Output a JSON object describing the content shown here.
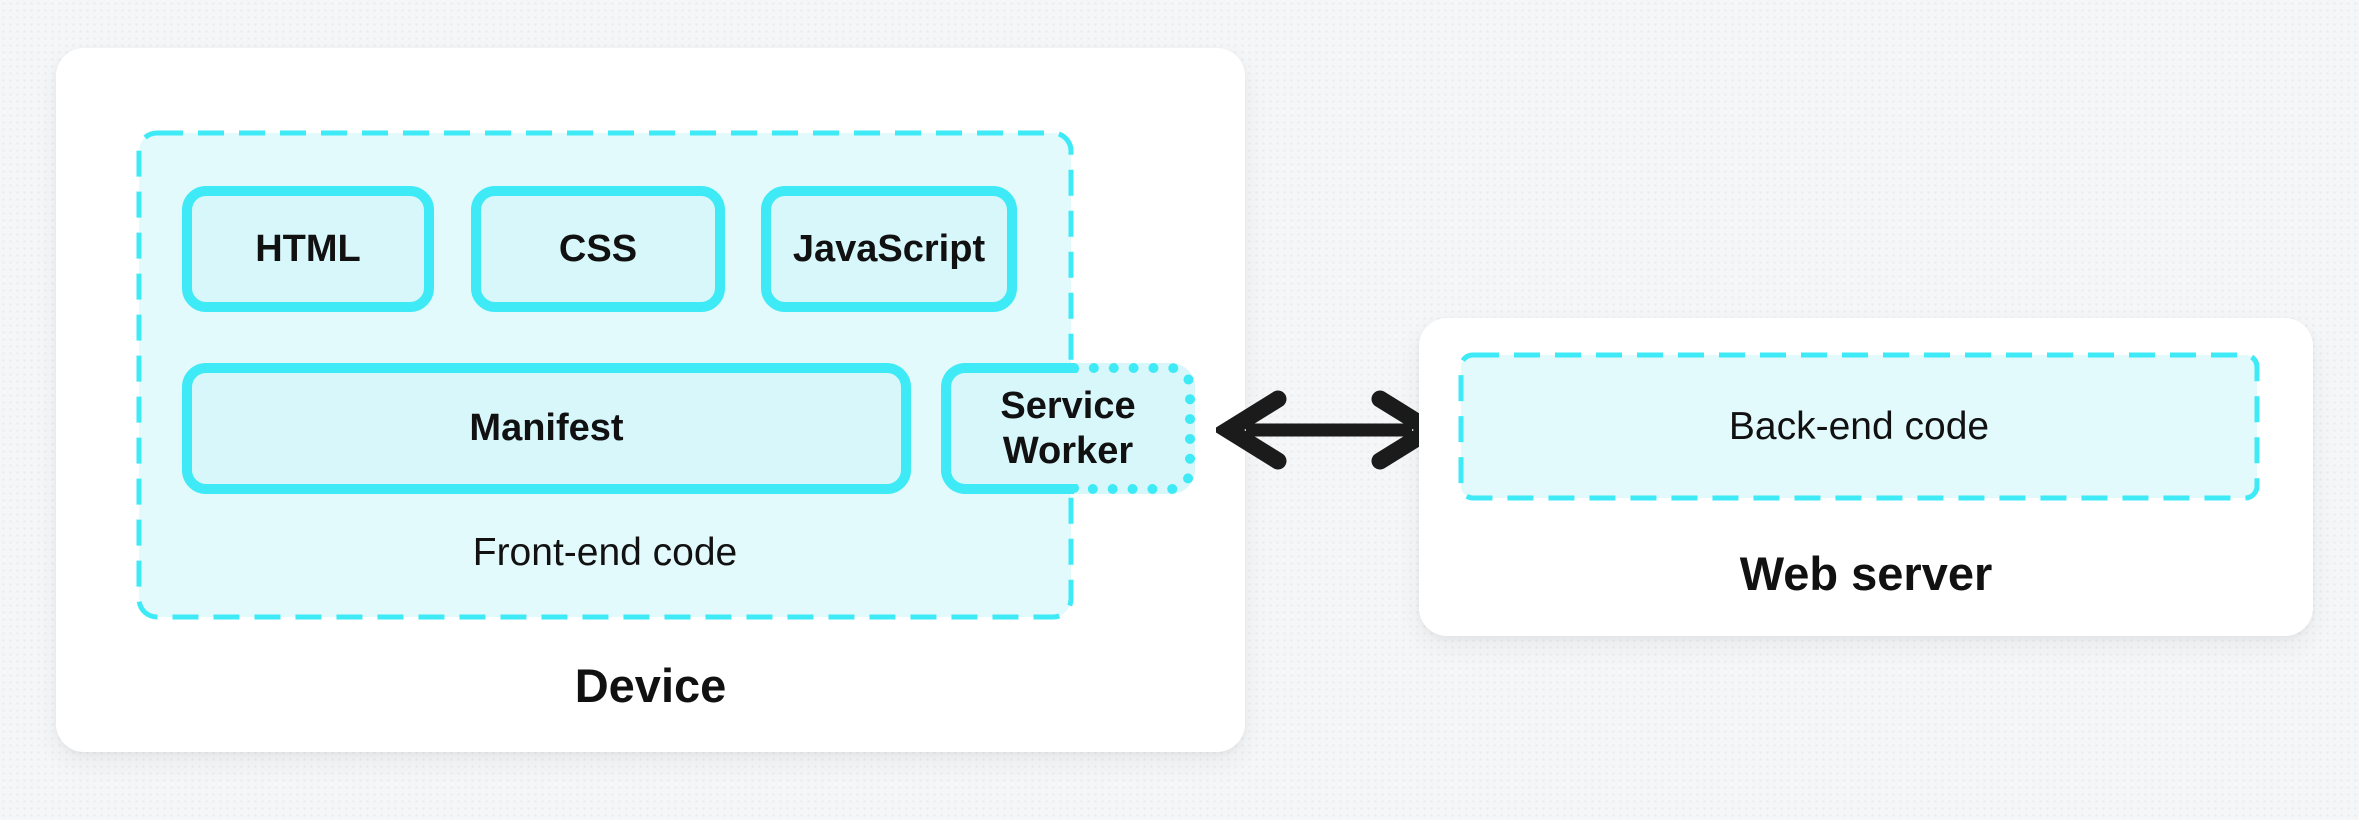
{
  "colors": {
    "bg": "#f5f6f7",
    "panel": "#ffffff",
    "cyan_border": "#3deaf5",
    "box_fill": "#d7f7fb",
    "container_fill": "#e3fafd",
    "text": "#111111",
    "arrow": "#1b1b1b"
  },
  "device": {
    "label": "Device",
    "frontend": {
      "label": "Front-end code",
      "boxes": [
        {
          "label": "HTML"
        },
        {
          "label": "CSS"
        },
        {
          "label": "JavaScript"
        },
        {
          "label": "Manifest"
        }
      ],
      "service_worker": {
        "label": "Service Worker"
      }
    }
  },
  "connection": {
    "type": "bidirectional-arrow"
  },
  "web_server": {
    "label": "Web server",
    "backend": {
      "label": "Back-end code"
    }
  }
}
